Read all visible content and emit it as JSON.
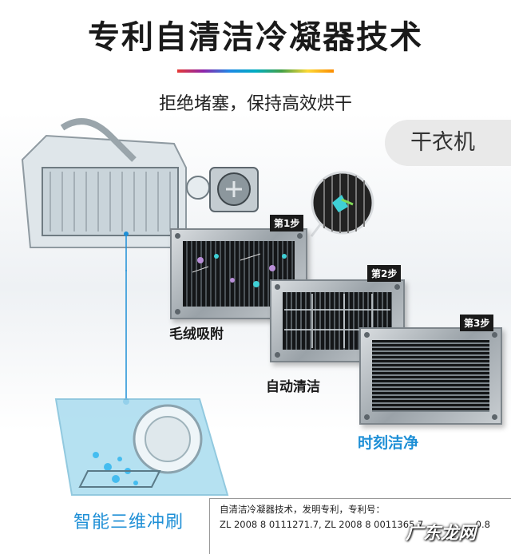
{
  "header": {
    "title": "专利自清洁冷凝器技术",
    "subtitle": "拒绝堵塞，保持高效烘干"
  },
  "tag": {
    "label": "干衣机"
  },
  "steps": [
    {
      "badge": "第1步",
      "caption": "毛绒吸附"
    },
    {
      "badge": "第2步",
      "caption": "自动清洁"
    },
    {
      "badge": "第3步",
      "caption": "时刻洁净"
    }
  ],
  "feature": {
    "label": "智能三维冲刷"
  },
  "patent": {
    "line1": "自清洁冷凝器技术，发明专利，专利号：",
    "line2": "ZL 2008 8 0111271.7, ZL 2008 8 0011365.7,",
    "line3_tail": "0.8"
  },
  "watermark": {
    "text": "广东龙网"
  },
  "colors": {
    "accent_blue": "#1e8fd6",
    "tag_bg": "#e9e9e9"
  }
}
